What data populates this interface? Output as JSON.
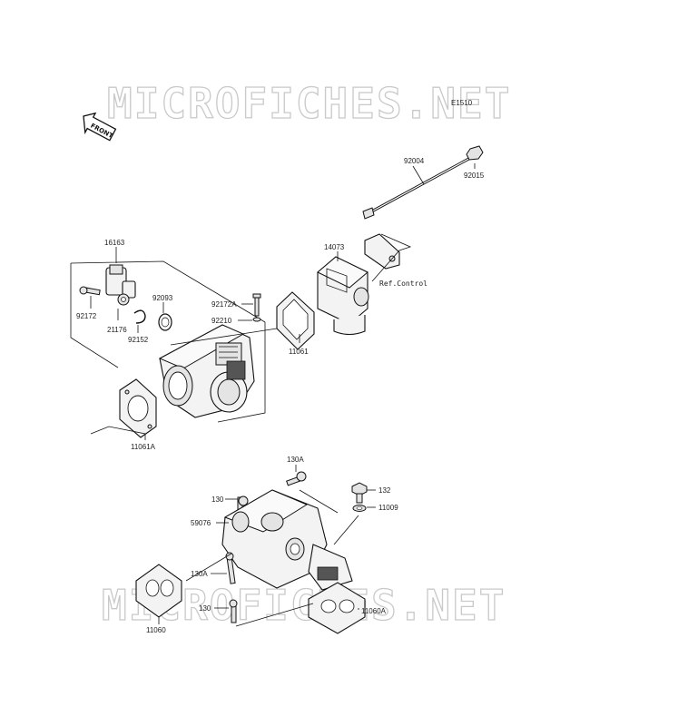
{
  "watermark": "MICROFICHES.NET",
  "diagram_code": "E1510",
  "front_label": "FRONT",
  "reference_label": "Ref.Control",
  "parts": {
    "p92004": "92004",
    "p92015": "92015",
    "p14073": "14073",
    "p16163": "16163",
    "p92172": "92172",
    "p21176": "21176",
    "p92093": "92093",
    "p92152": "92152",
    "p92172A": "92172A",
    "p92210": "92210",
    "p11061": "11061",
    "p11061A": "11061A",
    "p130A_top": "130A",
    "p130_top": "130",
    "p132": "132",
    "p11009": "11009",
    "p59076": "59076",
    "p130A_bottom": "130A",
    "p130_bottom": "130",
    "p11060": "11060",
    "p11060A": "11060A"
  }
}
